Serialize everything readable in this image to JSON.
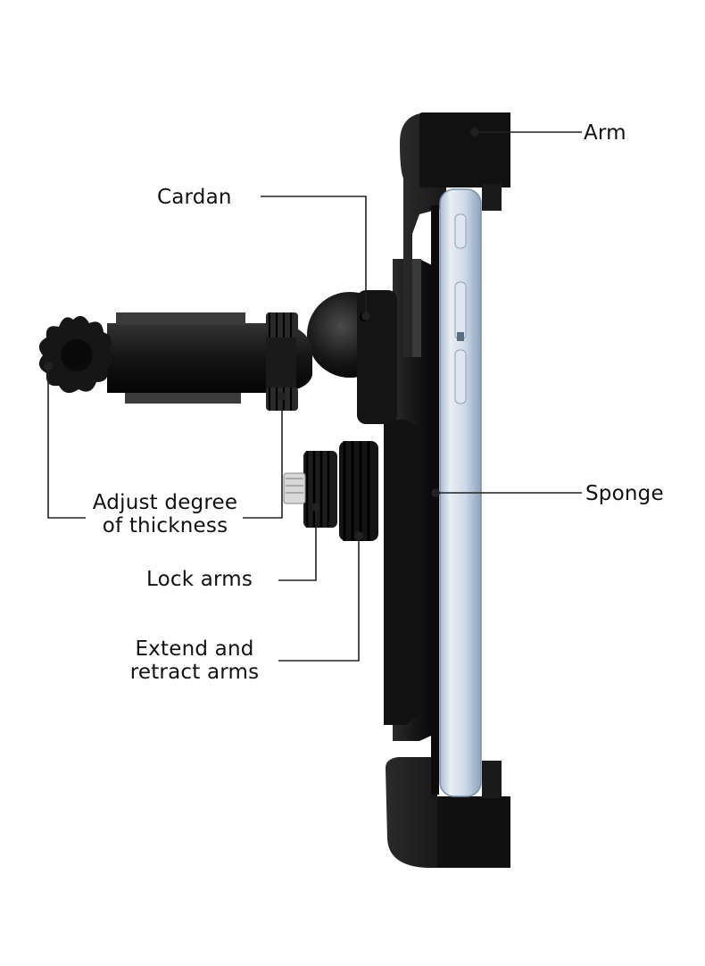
{
  "labels": {
    "arm": "Arm",
    "cardan": "Cardan",
    "thickness_line1": "Adjust degree",
    "thickness_line2": "of thickness",
    "sponge": "Sponge",
    "lock_arms": "Lock arms",
    "extend_line1": "Extend and",
    "extend_line2": "retract arms"
  },
  "colors": {
    "plastic": "#1a1a1a",
    "plastic_dark": "#0a0a0a",
    "plastic_light": "#3a3a3a",
    "phone_body": "#c9d6e6",
    "phone_edge": "#8fa4bd",
    "leader_line": "#222222"
  }
}
